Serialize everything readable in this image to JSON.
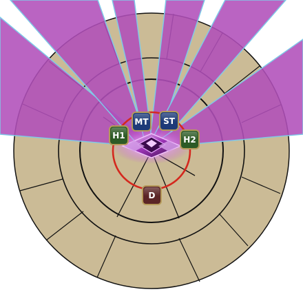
{
  "colors": {
    "floor": "#CBBB96",
    "floor_line": "#111111",
    "aoe_fill": "#B14FB9",
    "aoe_edge": "#7FC9E8",
    "inner_circle": "#D4281E",
    "tank_badge": "#1D3A78",
    "healer_badge": "#2D5A26",
    "dps_badge": "#5B2526",
    "badge_border": "#B59A5A",
    "boss_glow": "#C34FE0"
  },
  "markers": [
    {
      "id": "mt",
      "label": "MT",
      "role": "tank"
    },
    {
      "id": "st",
      "label": "ST",
      "role": "tank"
    },
    {
      "id": "h1",
      "label": "H1",
      "role": "healer"
    },
    {
      "id": "h2",
      "label": "H2",
      "role": "healer"
    },
    {
      "id": "d",
      "label": "D",
      "role": "dps"
    }
  ],
  "boss_icon": "purple-diamond-boss-icon"
}
